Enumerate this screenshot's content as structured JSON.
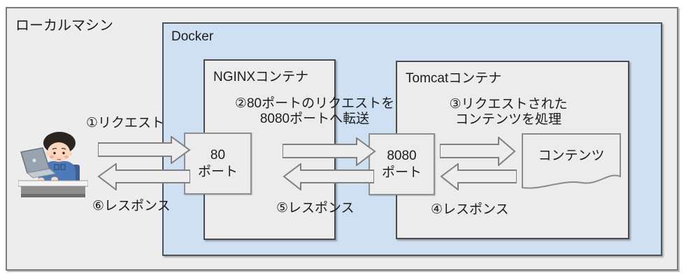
{
  "diagram": {
    "local_machine_label": "ローカルマシン",
    "docker_label": "Docker",
    "nginx_label": "NGINXコンテナ",
    "tomcat_label": "Tomcatコンテナ",
    "port80_label": "80\nポート",
    "port8080_label": "8080\nポート",
    "contents_label": "コンテンツ",
    "steps": {
      "request1": "①リクエスト",
      "forward2": "②80ポートのリクエストを\n8080ポートへ転送",
      "process3": "③リクエストされた\nコンテンツを処理",
      "response4": "④レスポンス",
      "response5": "⑤レスポンス",
      "response6": "⑥レスポンス"
    },
    "colors": {
      "docker_background": "#cfe0f2",
      "panel_background": "#ededed",
      "arrow_fill": "#ededed",
      "arrow_border": "#808080",
      "box_border_dark": "#4a4a4a",
      "outer_border": "#7b7b7b"
    }
  }
}
